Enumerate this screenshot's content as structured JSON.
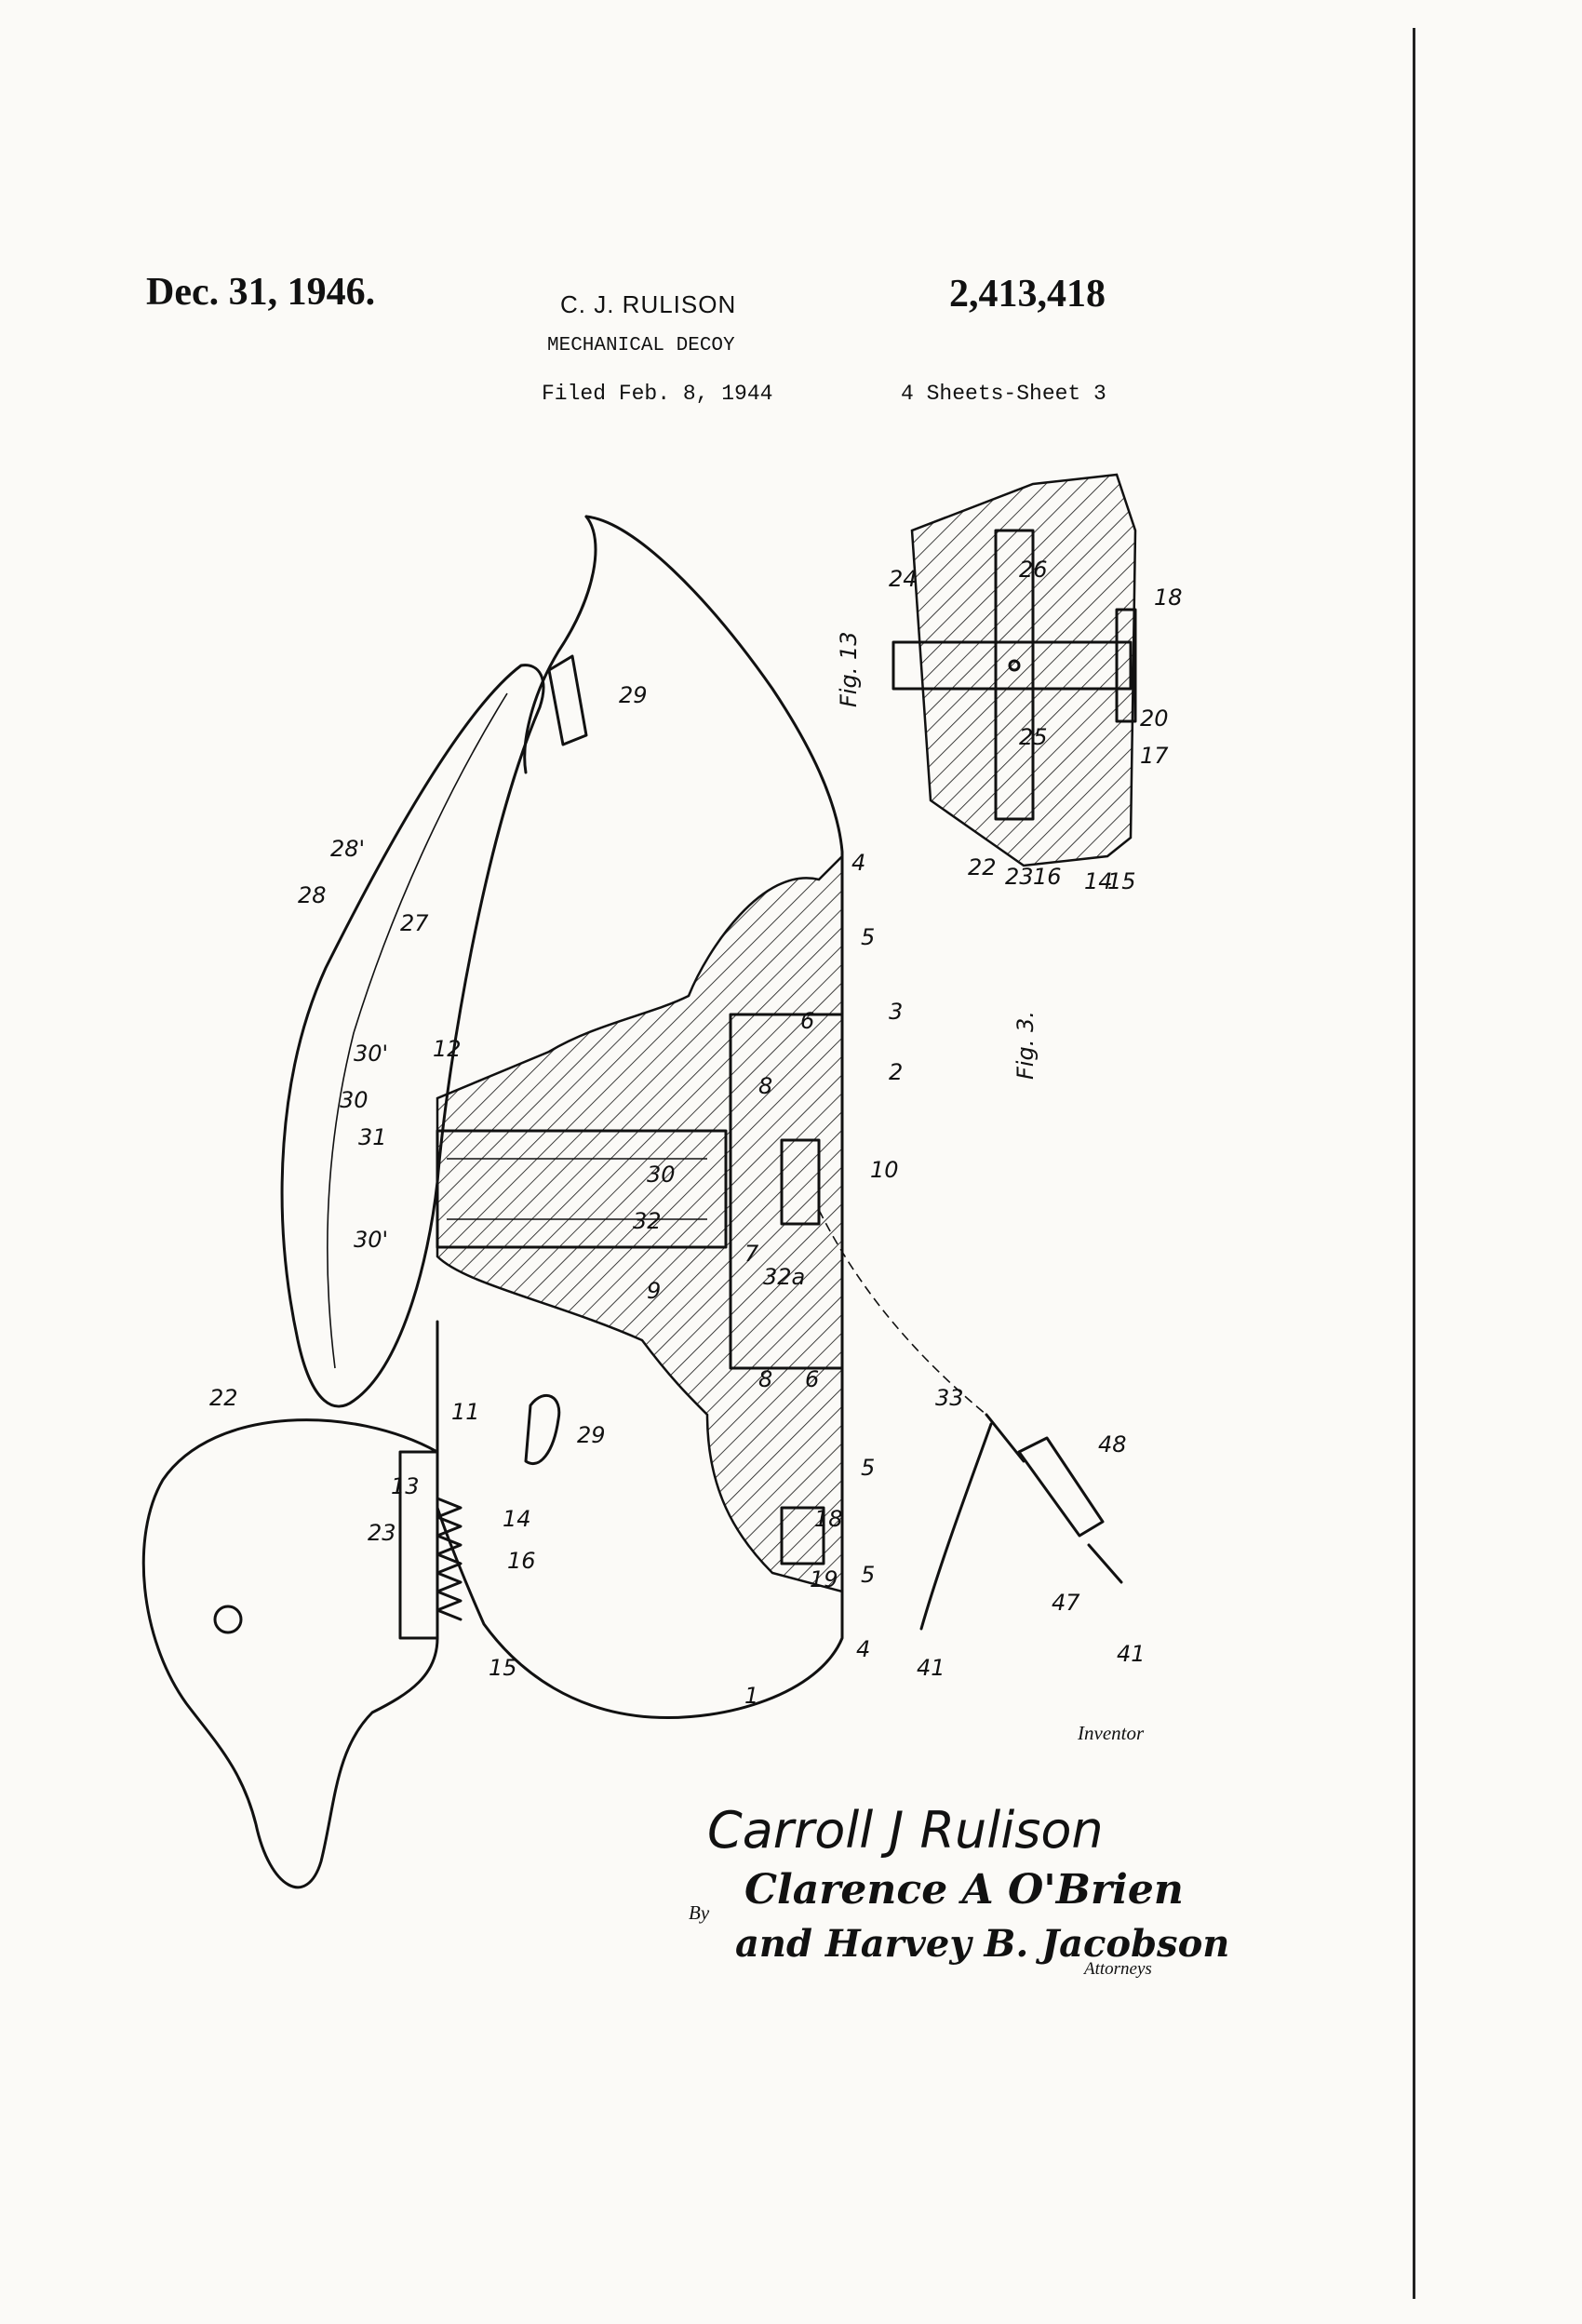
{
  "header": {
    "date": "Dec. 31, 1946.",
    "inventor": "C. J. RULISON",
    "title": "MECHANICAL DECOY",
    "filed": "Filed Feb. 8, 1944",
    "patent_number": "2,413,418",
    "sheets": "4 Sheets-Sheet 3"
  },
  "figures": {
    "fig3_label": "Fig. 3.",
    "fig13_label": "Fig. 13"
  },
  "signature": {
    "inventor_label": "Inventor",
    "inventor_signature": "Carroll J Rulison",
    "by_label": "By",
    "attorney_signature_1": "Clarence A O'Brien",
    "attorney_signature_2": "and Harvey B. Jacobson",
    "attorneys_label": "Attorneys"
  },
  "reference_numerals": [
    "1",
    "2",
    "3",
    "4",
    "4",
    "5",
    "5",
    "5",
    "6",
    "6",
    "7",
    "8",
    "8",
    "9",
    "10",
    "11",
    "12",
    "13",
    "14",
    "15",
    "16",
    "18",
    "19",
    "22",
    "23",
    "27",
    "28",
    "28'",
    "29",
    "29",
    "30",
    "30",
    "30'",
    "30'",
    "31",
    "32",
    "32a",
    "33",
    "41",
    "41",
    "47",
    "48",
    "14",
    "15",
    "16",
    "17",
    "18",
    "20",
    "22",
    "23",
    "24",
    "25",
    "26"
  ]
}
